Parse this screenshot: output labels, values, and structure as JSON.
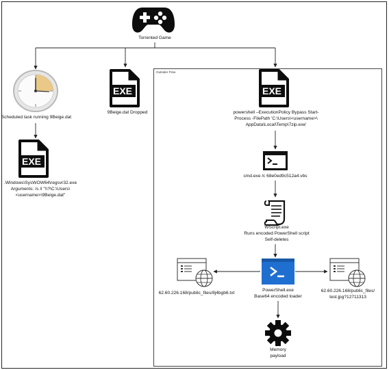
{
  "root": {
    "label": "Torrented Game",
    "icon": "gamepad-icon"
  },
  "scheduled_task": {
    "label": "Scheduled task running 9Beige.dat",
    "icon": "clock-icon"
  },
  "regsvr": {
    "icon": "exe-file-icon",
    "lines": [
      ".Windows\\SysWOW64\\regsvr32.exe",
      "Arguments: /s /i \"\\\\?\\C:\\Users\\",
      "<username>\\9Beige.dat\""
    ]
  },
  "dropped": {
    "label": "9Beige.dat Dropped",
    "icon": "exe-file-icon"
  },
  "outsider_box": {
    "label": "Outsider Flow"
  },
  "powershell_cmd": {
    "icon": "exe-file-icon",
    "lines": [
      "powershell –ExecutionPolicy Bypass Start-",
      "Process -FilePath 'C:\\Users\\<username>\\",
      "AppData\\Local\\Temp\\7zip.exe'"
    ]
  },
  "cmd": {
    "label": "cmd.exe /c 68e0ed9c512a4.vbs",
    "icon": "terminal-icon"
  },
  "wscript": {
    "icon": "scroll-icon",
    "lines": [
      "WScript.exe",
      "Runs encoded PowerShell script",
      "Self-deletes"
    ]
  },
  "loader": {
    "lines": [
      "PowerShell.exe",
      "Base64 encoded loader"
    ],
    "icon": "powershell-icon"
  },
  "left_url": {
    "label": "62.60.226.168/public_files/8j4bgb6.txt",
    "icon": "web-globe-icon"
  },
  "right_url": {
    "lines": [
      "62.60.226.168/public_files/",
      "test.jpg?12711313"
    ],
    "icon": "web-globe-icon"
  },
  "payload": {
    "lines": [
      "Memory",
      "payload"
    ],
    "icon": "gear-icon"
  },
  "colors": {
    "line": "#222222",
    "powershell": "#1f6fd1",
    "clock_wedge": "#e8c27a"
  }
}
